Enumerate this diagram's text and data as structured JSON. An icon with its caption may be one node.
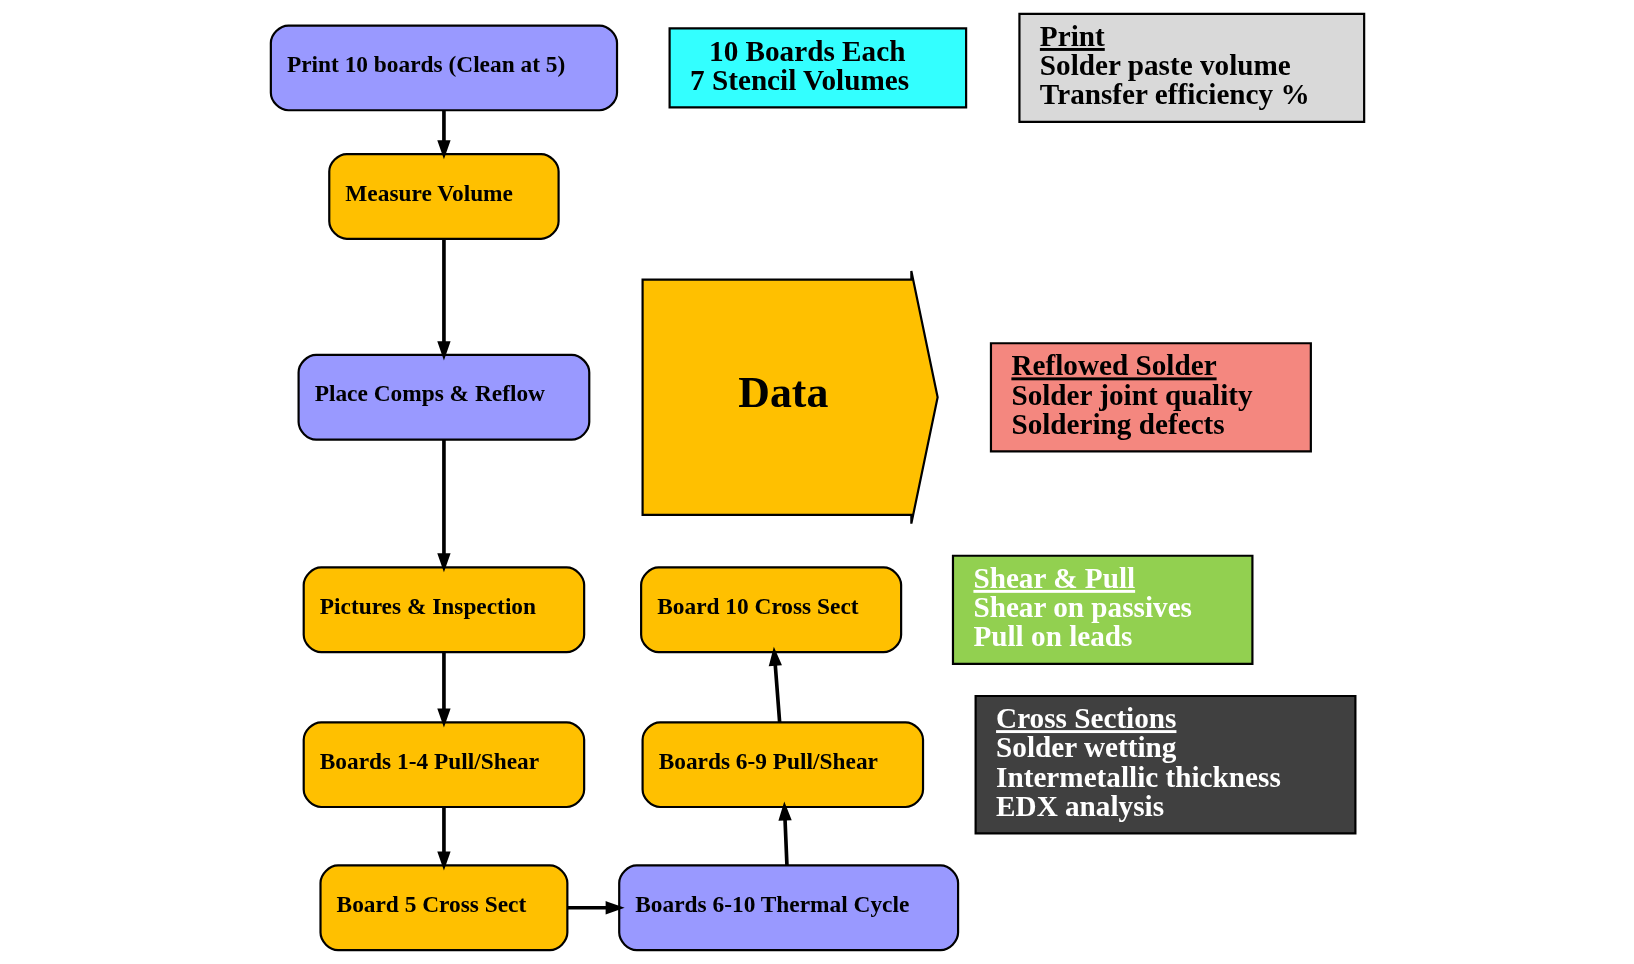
{
  "diagram": {
    "nodes": [
      {
        "text": [
          "Print 10 boards (Clean at 5)"
        ]
      },
      {
        "text": [
          "Measure Volume"
        ]
      },
      {
        "text": [
          "Place Comps & Reflow"
        ]
      },
      {
        "text": [
          "Pictures & Inspection"
        ]
      },
      {
        "text": [
          "Boards 1-4 Pull/Shear"
        ]
      },
      {
        "text": [
          "Board 5 Cross Sect"
        ]
      },
      {
        "text": [
          "Boards 6-10 Thermal Cycle"
        ]
      },
      {
        "text": [
          "Boards 6-9 Pull/Shear"
        ]
      },
      {
        "text": [
          "Board 10 Cross Sect"
        ]
      },
      {
        "text": [
          "10 Boards Each",
          "7 Stencil Volumes"
        ]
      },
      {
        "text": [
          "Data"
        ]
      },
      {
        "text": [
          "Print",
          "Solder paste volume",
          "Transfer efficiency %"
        ]
      },
      {
        "text": [
          "Reflowed Solder",
          "Solder joint quality",
          "Soldering defects"
        ]
      },
      {
        "text": [
          "Shear & Pull",
          "Shear on passives",
          "Pull on leads"
        ]
      },
      {
        "text": [
          "Cross Sections",
          "Solder wetting",
          "Intermetallic thickness",
          "EDX analysis"
        ]
      }
    ],
    "edges": [
      {
        "from": 0,
        "to": 1,
        "arrow": "to"
      },
      {
        "from": 1,
        "to": 2,
        "arrow": "to"
      },
      {
        "from": 2,
        "to": 3,
        "arrow": "to"
      },
      {
        "from": 3,
        "to": 4,
        "arrow": "to"
      },
      {
        "from": 4,
        "to": 5,
        "arrow": "to"
      },
      {
        "from": 5,
        "to": 6,
        "arrow": "to"
      },
      {
        "from": 6,
        "to": 7,
        "arrow": "to"
      },
      {
        "from": 7,
        "to": 8,
        "arrow": "to"
      }
    ]
  }
}
